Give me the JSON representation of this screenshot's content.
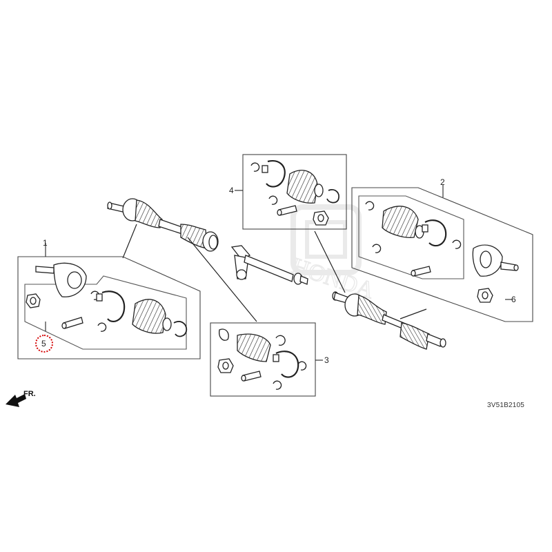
{
  "diagram": {
    "code": "3V51B2105",
    "front_label": "FR.",
    "watermark": "HONDA",
    "callouts": {
      "c1": "1",
      "c2": "2",
      "c3": "3",
      "c4": "4",
      "c5": "5",
      "c6": "6"
    },
    "highlighted_callout": "5",
    "colors": {
      "line": "#222222",
      "dashed_frame": "#555555",
      "highlight": "#d40000",
      "watermark": "#dddddd"
    }
  }
}
